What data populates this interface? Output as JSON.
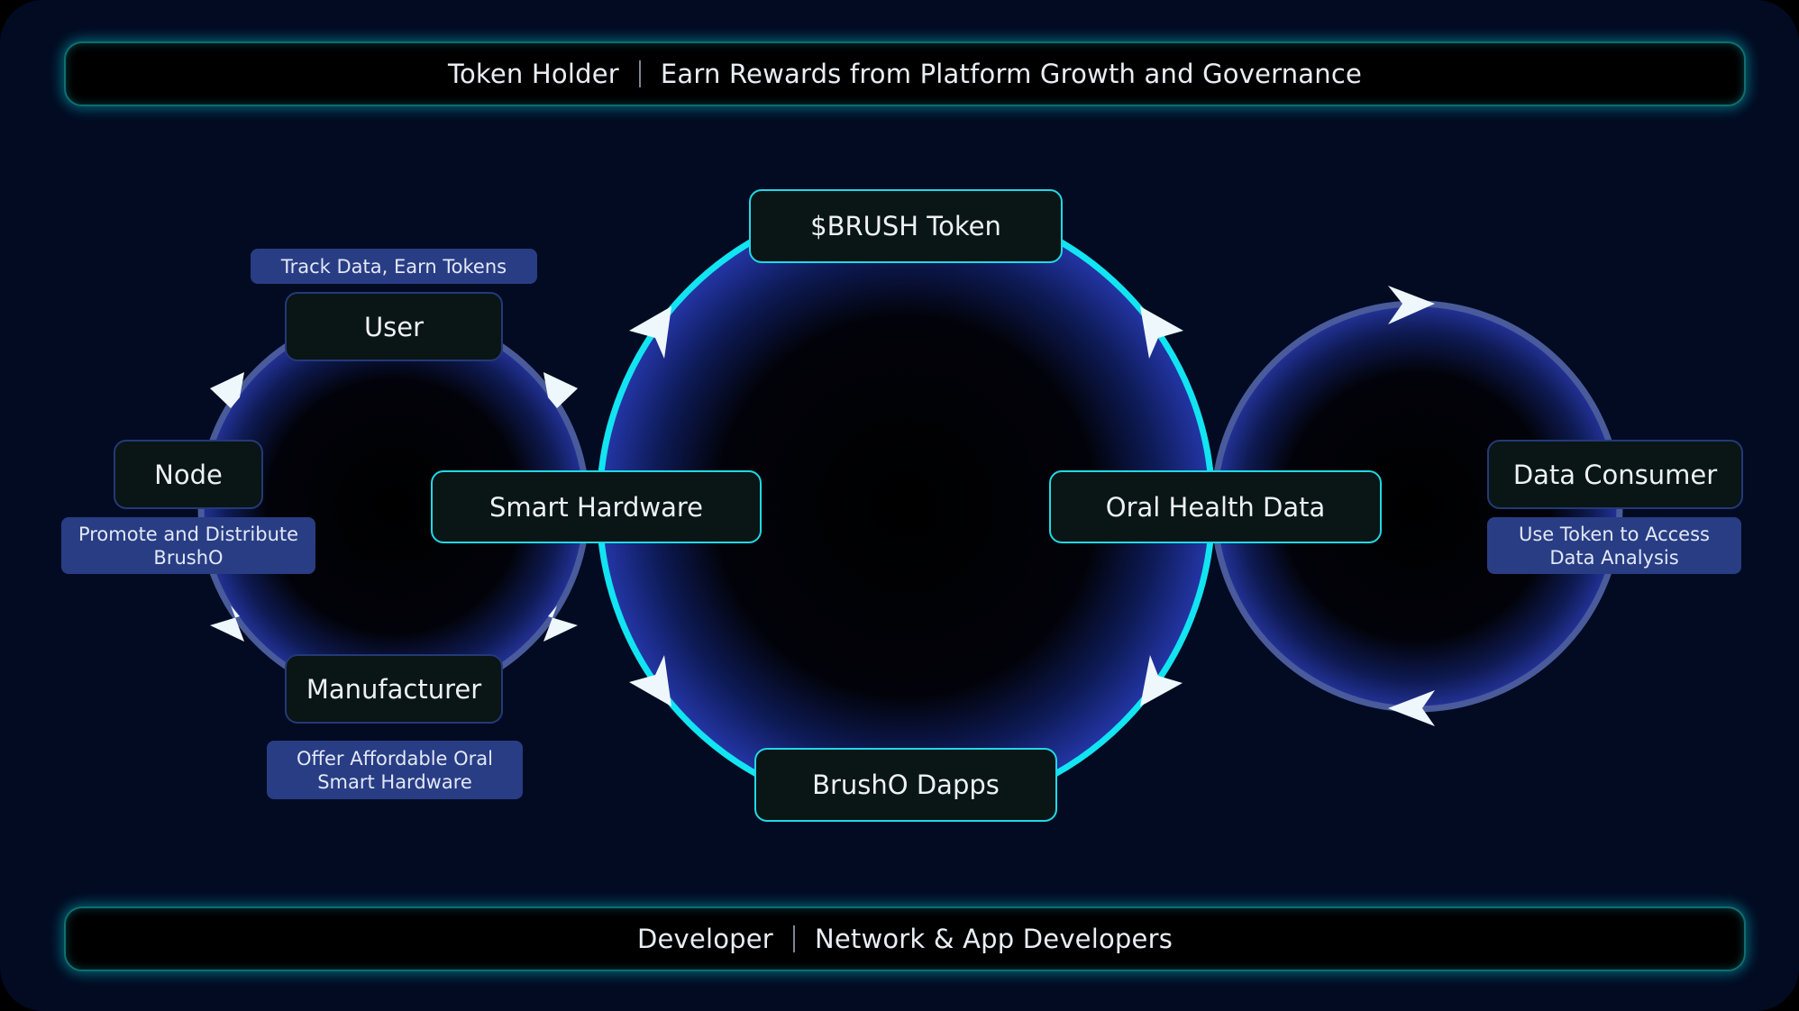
{
  "top_bar": {
    "role": "Token Holder",
    "description": "Earn Rewards from Platform Growth and Governance"
  },
  "bottom_bar": {
    "role": "Developer",
    "description": "Network & App Developers"
  },
  "center_cycle": {
    "top": "$BRUSH Token",
    "bottom": "BrushO Dapps",
    "left": "Smart Hardware",
    "right": "Oral Health Data"
  },
  "left_cycle": {
    "user": "User",
    "user_tag": "Track Data, Earn Tokens",
    "node": "Node",
    "node_tag": "Promote and Distribute BrushO",
    "manufacturer": "Manufacturer",
    "manufacturer_tag": "Offer Affordable Oral Smart Hardware"
  },
  "right_cycle": {
    "consumer": "Data Consumer",
    "consumer_tag": "Use Token to Access Data Analysis"
  },
  "colors": {
    "background": "#020b22",
    "cyan_accent": "#20d9e6",
    "navy_ring": "#4a5b9c",
    "tag_fill": "#293d84"
  }
}
